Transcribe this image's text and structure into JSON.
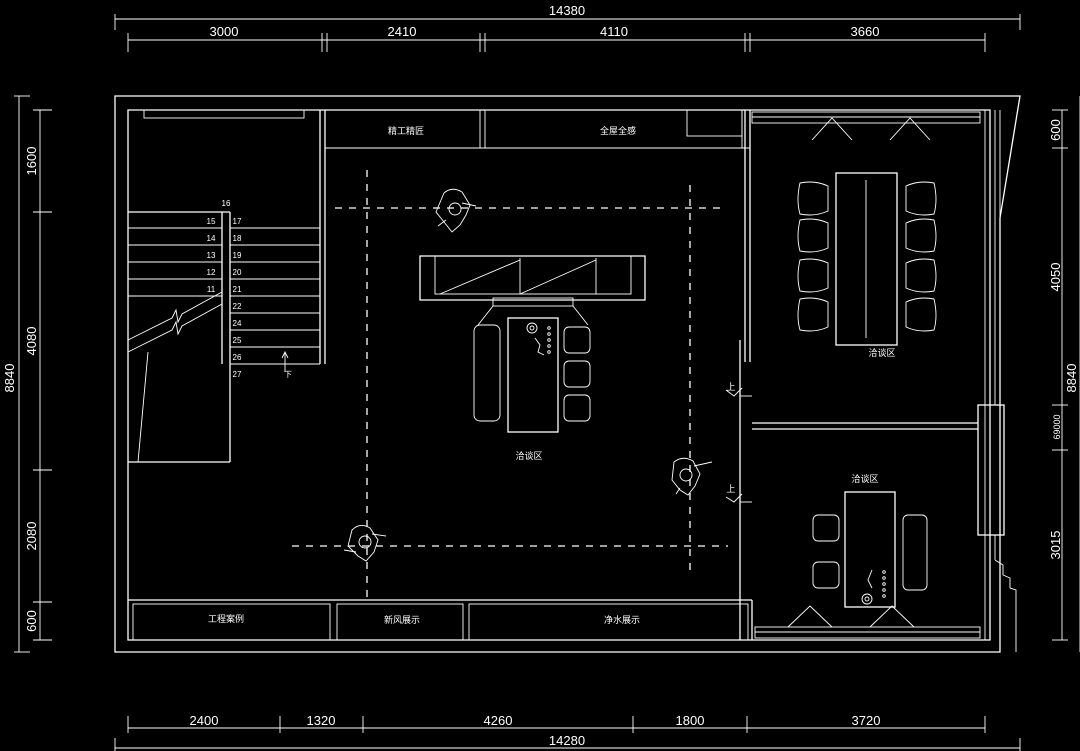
{
  "dimensions": {
    "top_total": "14380",
    "top_segments": [
      "3000",
      "2410",
      "4110",
      "3660"
    ],
    "bottom_total": "14280",
    "bottom_segments": [
      "2400",
      "1320",
      "4260",
      "1800",
      "3720"
    ],
    "left_total": "8840",
    "left_segments": [
      "1600",
      "4080",
      "2080",
      "600"
    ],
    "right_total": "8840",
    "right_segments": [
      "600",
      "4050",
      "69000",
      "3015"
    ]
  },
  "room_labels": {
    "craft": "精工精匠",
    "whole_house": "全屋全感",
    "center_negotiation": "洽谈区",
    "meeting_negotiation": "洽谈区",
    "lower_negotiation": "洽谈区",
    "project_cases": "工程案例",
    "fresh_air": "新风展示",
    "water_purification": "净水展示"
  },
  "stair": {
    "landing": "16",
    "left_steps": [
      "15",
      "14",
      "13",
      "12",
      "11"
    ],
    "right_steps": [
      "17",
      "18",
      "19",
      "20",
      "21",
      "22",
      "24",
      "25",
      "26",
      "27"
    ],
    "down_label": "下"
  },
  "up_labels": [
    "上",
    "上"
  ]
}
